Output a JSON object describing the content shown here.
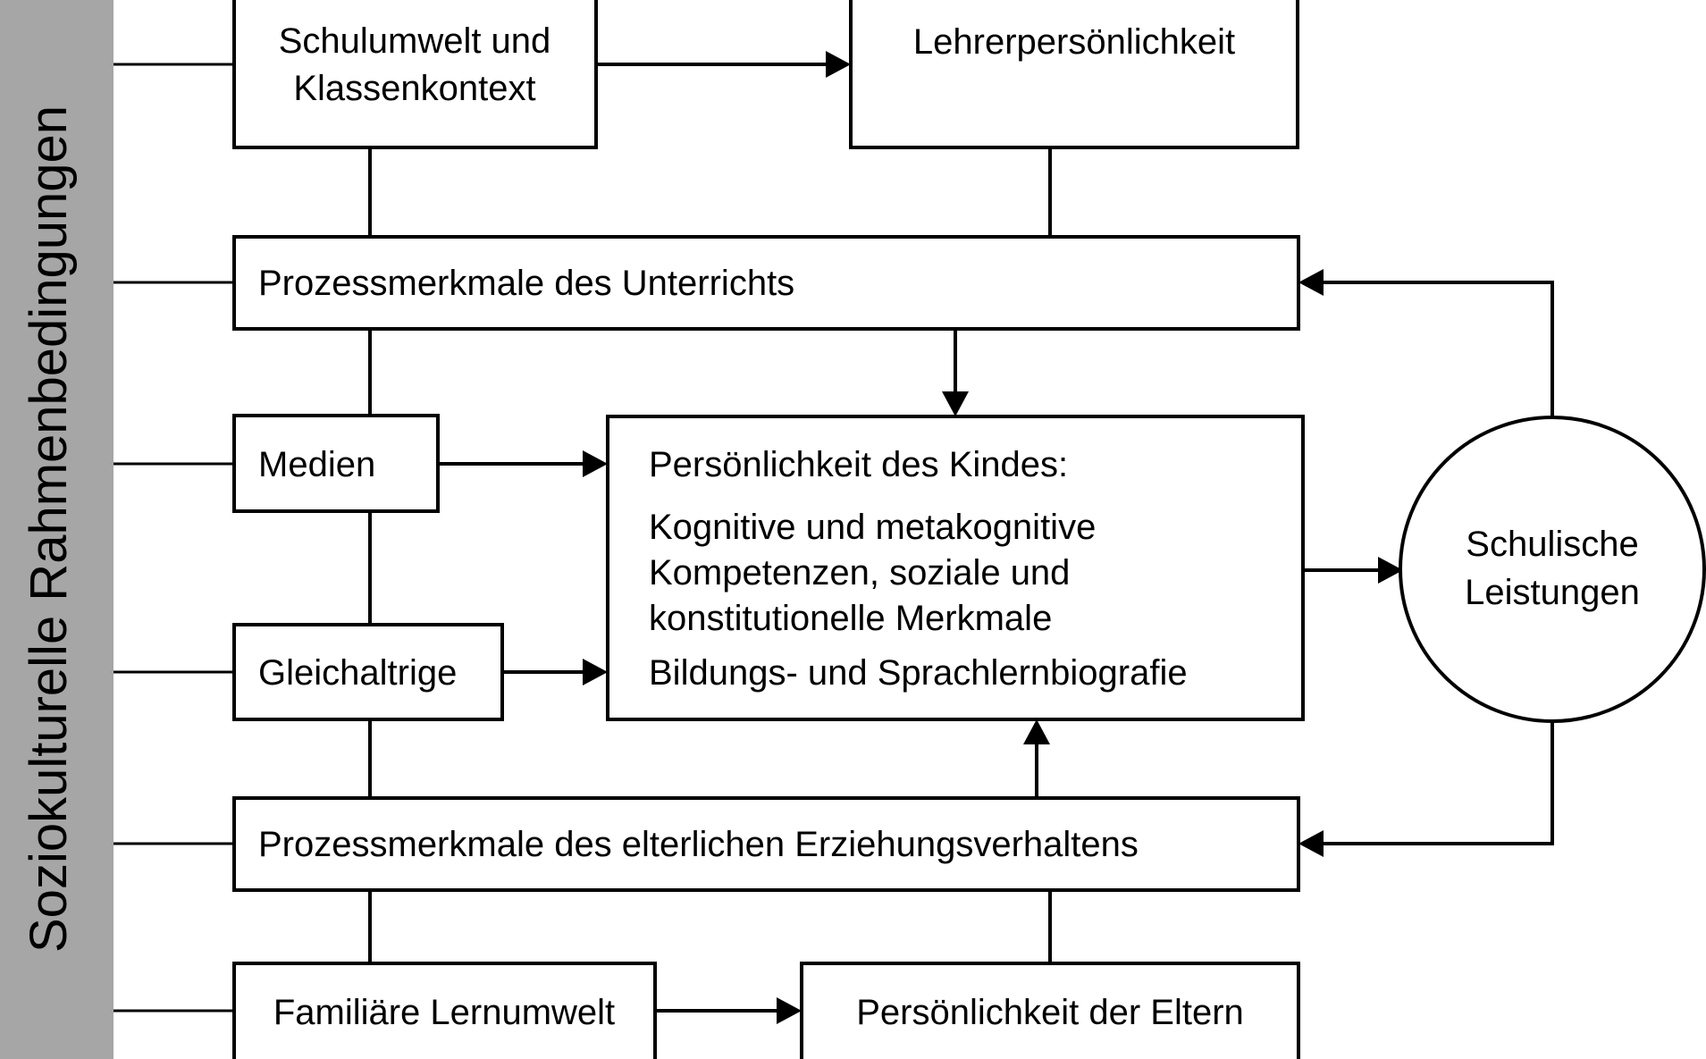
{
  "diagram": {
    "sidebar": {
      "label": "Soziokulturelle Rahmenbedingungen",
      "color": "#a6a6a6"
    },
    "nodes": {
      "schulumwelt": {
        "line1": "Schulumwelt und",
        "line2": "Klassenkontext"
      },
      "lehrerpersoenlichkeit": {
        "label": "Lehrerpersönlichkeit"
      },
      "prozess_unterricht": {
        "label": "Prozessmerkmale des Unterrichts"
      },
      "medien": {
        "label": "Medien"
      },
      "gleichaltrige": {
        "label": "Gleichaltrige"
      },
      "persoenlichkeit_kind": {
        "line1": "Persönlichkeit des Kindes:",
        "line2": "Kognitive und metakognitive",
        "line3": "Kompetenzen, soziale und",
        "line4": "konstitutionelle Merkmale",
        "line5": "Bildungs- und Sprachlernbiografie"
      },
      "schulische_leistungen": {
        "line1": "Schulische",
        "line2": "Leistungen"
      },
      "prozess_eltern": {
        "label": "Prozessmerkmale des elterlichen Erziehungsverhaltens"
      },
      "familiaere_lernumwelt": {
        "label": "Familiäre Lernumwelt"
      },
      "persoenlichkeit_eltern": {
        "label": "Persönlichkeit der Eltern"
      }
    },
    "style": {
      "line_color": "#000000",
      "box_fill": "#ffffff",
      "background": "#ffffff"
    }
  }
}
